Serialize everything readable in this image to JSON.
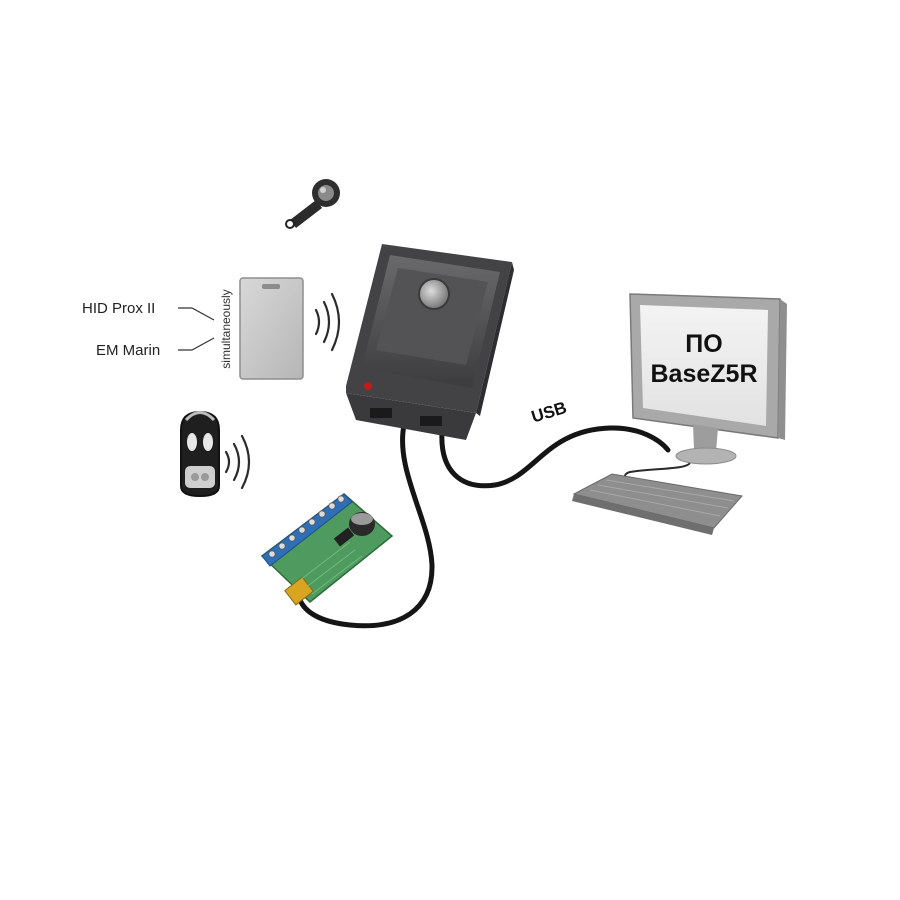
{
  "labels": {
    "hid_prox": "HID Prox II",
    "em_marin": "EM Marin",
    "simultaneously": "simultaneously",
    "usb": "USB",
    "screen_line1": "ПО",
    "screen_line2": "BaseZ5R"
  },
  "icons": {
    "ibutton_key": "ibutton-key-icon",
    "proximity_card": "proximity-card-icon",
    "key_fob": "remote-key-fob-icon",
    "rf_waves": "radio-waves-icon",
    "reader": "usb-card-reader-icon",
    "controller": "controller-board-icon",
    "monitor": "monitor-icon",
    "keyboard": "keyboard-icon"
  },
  "colors": {
    "reader_body": "#4a4a4c",
    "board_green": "#4f9a5f",
    "terminal_blue": "#2f6fb6",
    "cable": "#151515",
    "monitor_grey": "#a9a9a9"
  }
}
